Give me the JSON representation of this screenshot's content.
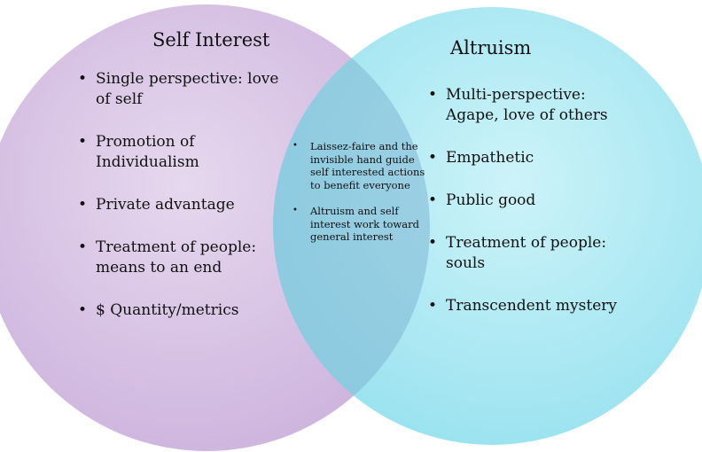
{
  "colors": {
    "left_circle": "#dbc6e6",
    "right_circle": "#b3ebf4",
    "overlap": "#9cc6dc"
  },
  "left": {
    "title": "Self Interest",
    "items": [
      "Single perspective: love of self",
      "Promotion of Individualism",
      "Private advantage",
      "Treatment of people: means to an end",
      "$ Quantity/metrics"
    ]
  },
  "right": {
    "title": "Altruism",
    "items": [
      "Multi-perspective: Agape, love of others",
      "Empathetic",
      "Public good",
      "Treatment of people: souls",
      "Transcendent mystery"
    ]
  },
  "center": {
    "items": [
      "Laissez-faire and the invisible hand guide self interested actions to benefit everyone",
      "Altruism and self interest work toward general interest"
    ]
  }
}
